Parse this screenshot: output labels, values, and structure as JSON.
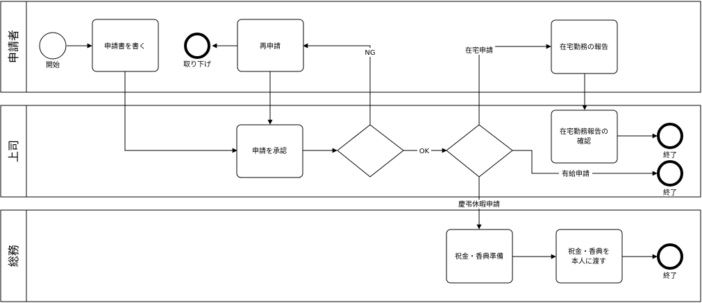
{
  "lanes": {
    "applicant": "申請者",
    "supervisor": "上司",
    "general_affairs": "総務"
  },
  "events": {
    "start": "開始",
    "withdraw": "取り下げ",
    "end_report": "終了",
    "end_paid_leave": "終了",
    "end_handover": "終了"
  },
  "tasks": {
    "write_application": "申請書を書く",
    "reapply": "再申請",
    "home_work_report": "在宅勤務の報告",
    "approve_application": "申請を承認",
    "confirm_report_line1": "在宅勤務報告の",
    "confirm_report_line2": "確認",
    "prepare_gift_money": "祝金・香典準備",
    "hand_over_line1": "祝金・香典を",
    "hand_over_line2": "本人に渡す"
  },
  "edge_labels": {
    "ng": "NG",
    "ok": "OK",
    "home_work_application": "在宅申請",
    "paid_leave_application": "有給申請",
    "condolence_leave_application": "慶弔休暇申請"
  }
}
